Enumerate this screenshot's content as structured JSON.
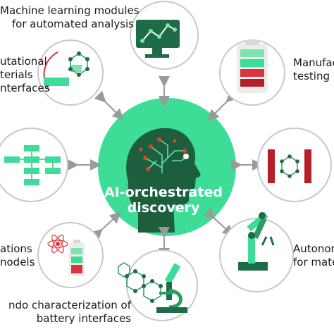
{
  "hub": {
    "line1": "AI-orchestrated",
    "line2": "discovery"
  },
  "nodes": {
    "ml": {
      "line1": "Machine learning modules",
      "line2": "for automated analysis",
      "icon": "monitor-line-chart-icon"
    },
    "manufacturing": {
      "line1": "Manufac",
      "line2": "testing",
      "icon": "battery-cells-icon"
    },
    "computational": {
      "line1": "utational",
      "line2": "terials",
      "line3": "nterfaces",
      "icon": "molecule-interface-icon"
    },
    "synthesis": {
      "icon": "electrode-molecule-icon"
    },
    "databases": {
      "icon": "flowchart-icon"
    },
    "autonomous": {
      "line1": "Autonor",
      "line2": "for mate",
      "icon": "robot-arm-icon"
    },
    "simulations": {
      "line1": "ations",
      "line2": "nodels",
      "icon": "atom-battery-icon"
    },
    "characterization": {
      "line1": "ndo characterization of",
      "line2": "battery interfaces",
      "icon": "microscope-icon"
    }
  },
  "colors": {
    "hub_green": "#3ddc97",
    "node_bg": "#7ce3ae",
    "dark_green": "#1f6b48",
    "mid_green": "#2e9a63",
    "red": "#c0262d",
    "outline": "#c8c8c8"
  }
}
